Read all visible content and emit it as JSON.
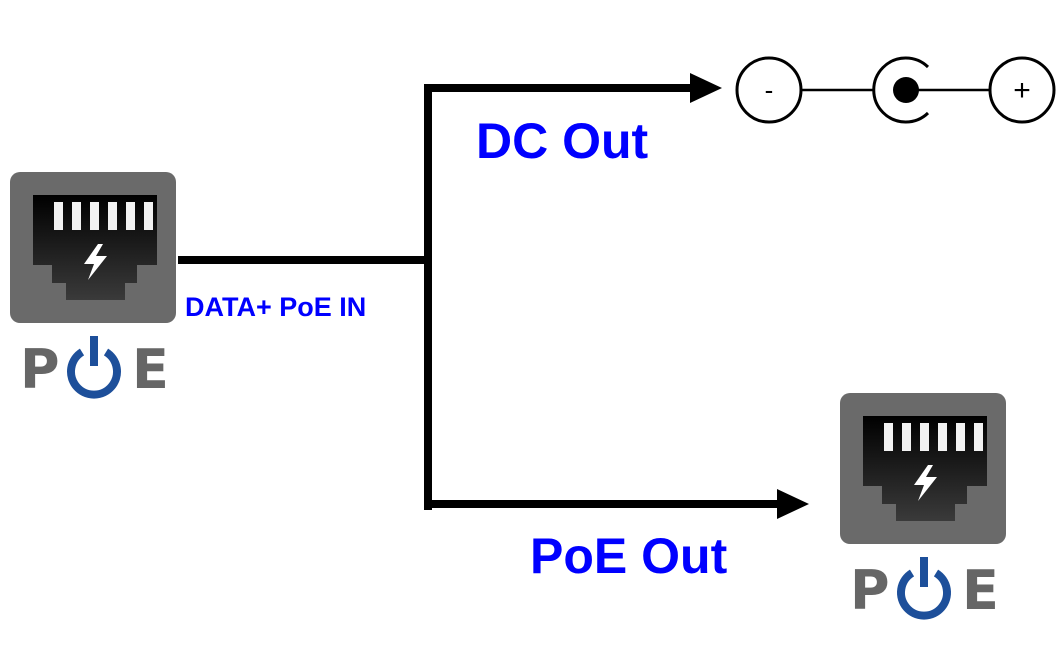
{
  "labels": {
    "data_in": "DATA+ PoE IN",
    "dc_out": "DC Out",
    "poe_out": "PoE Out"
  },
  "dc_jack": {
    "negative": "-",
    "positive": "+"
  },
  "poe_logo": {
    "letter_p": "P",
    "letter_e": "E"
  },
  "colors": {
    "label_blue": "#0000ff",
    "icon_gray": "#6a6a6a",
    "power_blue": "#1d4f9a",
    "line": "#000000"
  }
}
